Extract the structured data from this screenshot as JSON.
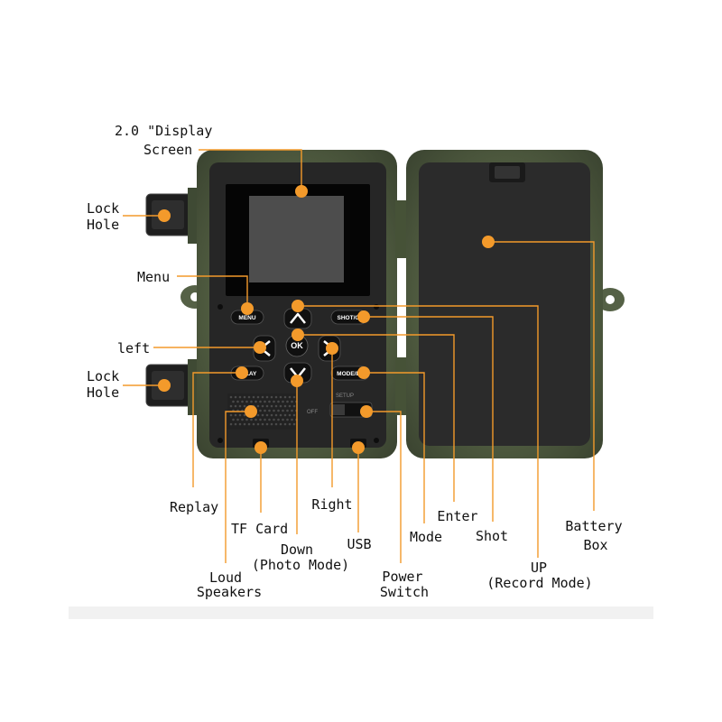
{
  "labels": {
    "display_1": "2.0 \"Display",
    "display_2": "Screen",
    "lock_top_1": "Lock",
    "lock_top_2": "Hole",
    "menu": "Menu",
    "left": "left",
    "lock_bottom_1": "Lock",
    "lock_bottom_2": "Hole",
    "replay": "Replay",
    "tf_card": "TF Card",
    "down_1": "Down",
    "down_2": "(Photo Mode)",
    "loud_1": "Loud",
    "loud_2": "Speakers",
    "right": "Right",
    "usb": "USB",
    "power_1": "Power",
    "power_2": "Switch",
    "mode": "Mode",
    "enter": "Enter",
    "shot": "Shot",
    "up_1": "UP",
    "up_2": "(Record Mode)",
    "battery_1": "Battery",
    "battery_2": "Box"
  },
  "device": {
    "menu_btn": "MENU",
    "shot_btn": "SHOT/O",
    "ok_btn": "OK",
    "replay_btn": "PLAY",
    "mode_btn": "MODE/E",
    "setup_text": "SETUP",
    "off_text": "OFF"
  },
  "colors": {
    "marker": "#f39a2b",
    "line": "#f39a2b",
    "body": "#2a2a2a",
    "camo": "#5e6b4a"
  }
}
